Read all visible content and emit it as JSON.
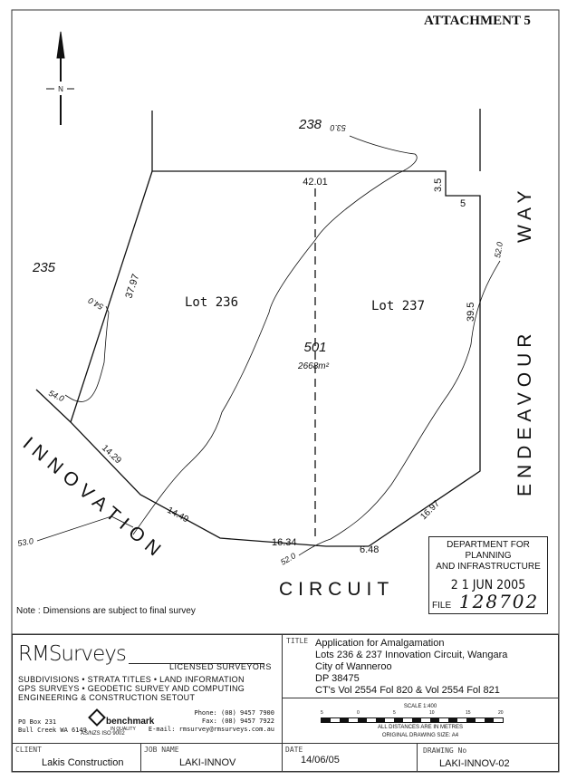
{
  "header": {
    "attachment": "ATTACHMENT 5"
  },
  "north_arrow": {
    "label": "N"
  },
  "plan": {
    "neighbour_lots": [
      "238",
      "235"
    ],
    "lots": [
      "Lot 236",
      "Lot 237"
    ],
    "new_lot": {
      "number": "501",
      "area": "2668m²"
    },
    "dimensions": {
      "top": "42.01",
      "notch_vertical": "3.5",
      "notch_horizontal": "5",
      "left": "37.97",
      "right": "39.5",
      "frontage_1": "14.29",
      "frontage_2": "14.49",
      "frontage_3": "16.34",
      "frontage_4": "6.48",
      "truncation": "16.97"
    },
    "contours": {
      "c530": "53.0",
      "c530b": "53.0",
      "c520": "52.0",
      "c520b": "52.0",
      "c540": "54.0",
      "c540b": "54.0"
    },
    "streets": {
      "innovation": "INNOVATION",
      "circuit": "CIRCUIT",
      "endeavour": "ENDEAVOUR",
      "way": "WAY"
    }
  },
  "note": "Note :  Dimensions are subject to final survey",
  "stamp": {
    "line1": "DEPARTMENT FOR PLANNING",
    "line2": "AND INFRASTRUCTURE",
    "date": "2 1  JUN  2005",
    "file_label": "FILE",
    "file_number": "128702"
  },
  "company": {
    "logo": "RMSurveys",
    "tagline": "LICENSED SURVEYORS",
    "services": [
      "SUBDIVISIONS • STRATA TITLES • LAND INFORMATION",
      "GPS SURVEYS • GEODETIC SURVEY AND COMPUTING",
      "ENGINEERING & CONSTRUCTION SETOUT"
    ],
    "address1": "PO Box 231",
    "address2": "Bull Creek WA 6149",
    "benchmark": "benchmark",
    "benchmark_sub": "IN QUALITY",
    "iso": "AS/NZS ISO 9002",
    "phone": "Phone: (08) 9457 7900",
    "fax": "Fax: (08) 9457 7922",
    "email": "E-mail: rmsurvey@rmsurveys.com.au"
  },
  "title_block": {
    "title_label": "TITLE",
    "title_lines": [
      "Application for Amalgamation",
      "Lots 236 & 237 Innovation Circuit, Wangara",
      "City of Wanneroo",
      "DP 38475",
      "CT's Vol 2554 Fol 820 & Vol 2554 Fol 821"
    ],
    "scale": "SCALE 1:400",
    "scale_ticks": [
      "5",
      "0",
      "5",
      "10",
      "15",
      "20"
    ],
    "distances_note": "ALL DISTANCES ARE IN METRES",
    "drawing_size": "ORIGINAL DRAWING SIZE: A4",
    "client_label": "CLIENT",
    "client": "Lakis Construction",
    "job_label": "JOB NAME",
    "job": "LAKI-INNOV",
    "date_label": "DATE",
    "date": "14/06/05",
    "drawing_label": "DRAWING No",
    "drawing": "LAKI-INNOV-02"
  }
}
